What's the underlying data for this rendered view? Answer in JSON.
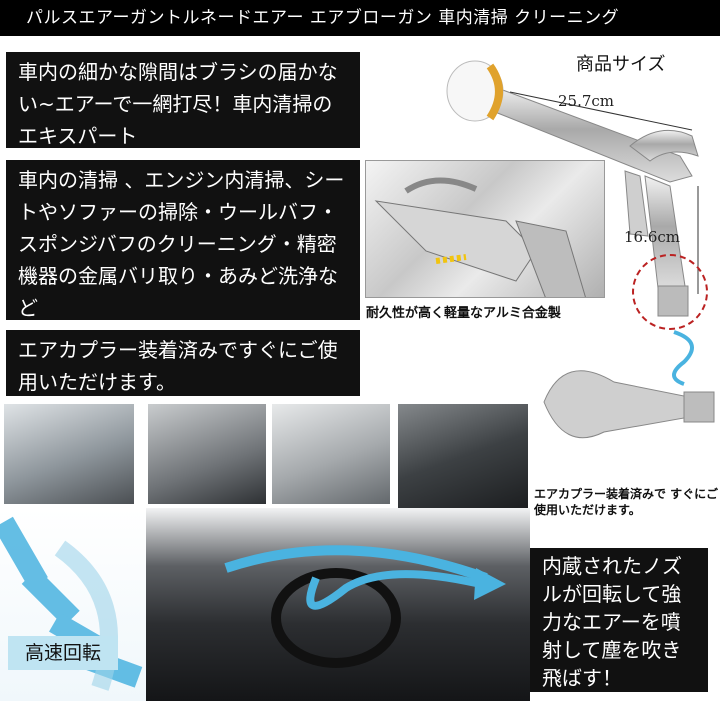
{
  "header": {
    "title": "パルスエアーガントルネードエアー エアブローガン 車内清掃 クリーニング"
  },
  "boxes": {
    "box1": "車内の細かな隙間はブラシの届かない~エアーで一網打尽！車内清掃のエキスパート",
    "box2": "車内の清掃 、エンジン内清掃、シートやソファーの掃除・ウールバフ・スポンジバフのクリーニング・精密機器の金属バリ取り・あみど洗浄など",
    "box3": "エアカプラー装着済みですぐにご使用いただけます。",
    "box4": "内蔵されたノズルが回転して強力なエアーを噴射して塵を吹き飛ばす！"
  },
  "product_size": {
    "title": "商品サイズ",
    "length": "25.7cm",
    "height": "16.6cm"
  },
  "captions": {
    "closeup": "耐久性が高く軽量なアルミ合金製",
    "coupler": "エアカプラー装着済みで すぐにご使用いただけます。"
  },
  "speed_label": "高速回転",
  "colors": {
    "dark_box": "#111111",
    "accent_blue": "#4ab3e0",
    "speed_label_bg": "#bfe4f2",
    "dashed_circle": "#bb2222"
  }
}
